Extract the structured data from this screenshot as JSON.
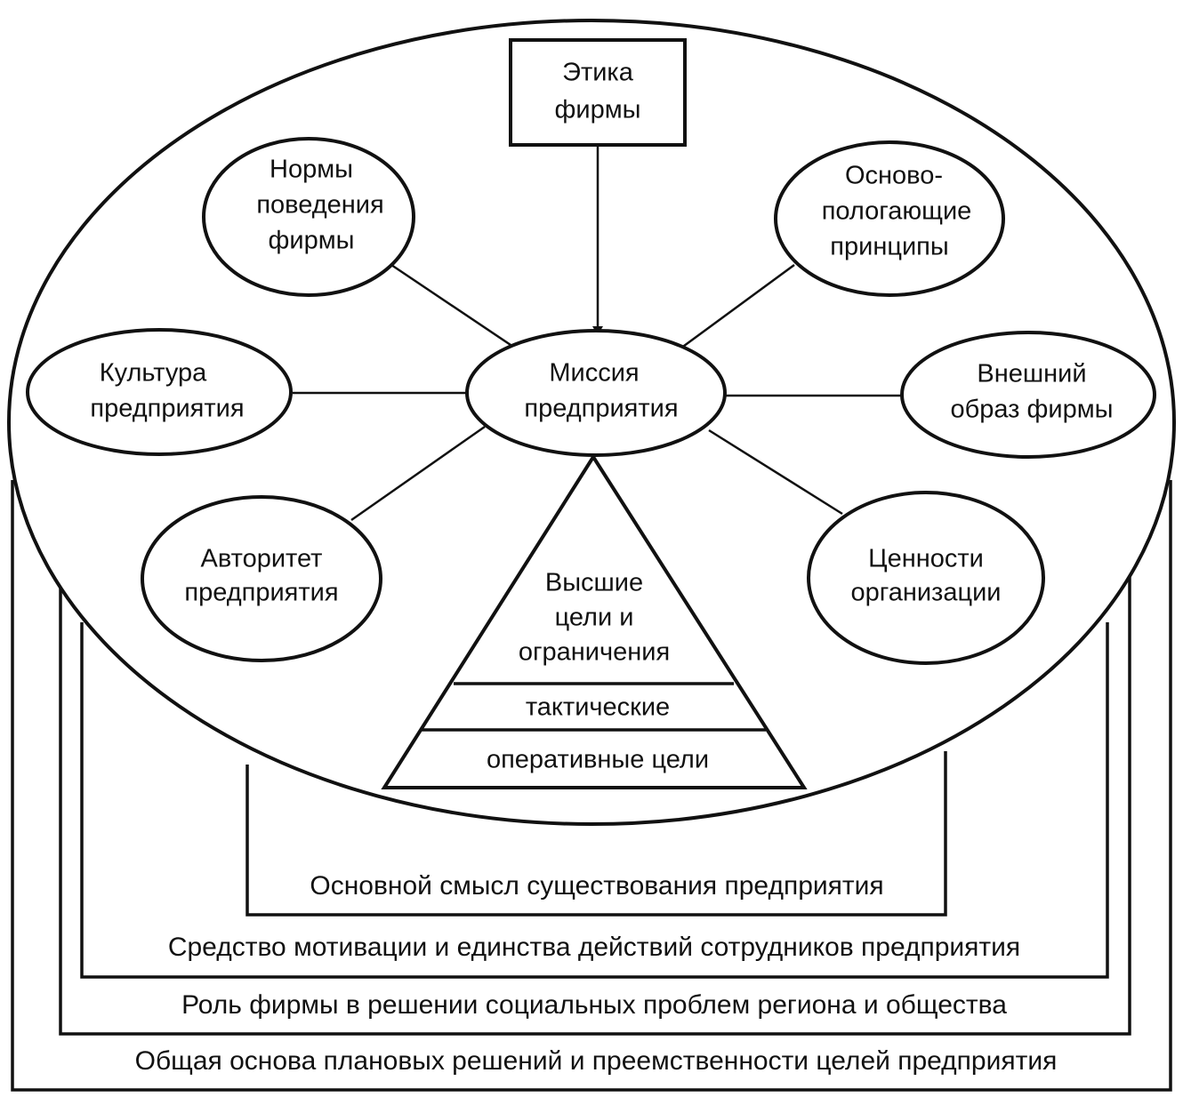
{
  "ethics": {
    "lines": [
      "Этика",
      "фирмы"
    ]
  },
  "center": {
    "lines": [
      "Миссия",
      "предприятия"
    ]
  },
  "nodes": {
    "norms": {
      "lines": [
        "Нормы",
        "поведения",
        "фирмы"
      ]
    },
    "principles": {
      "lines": [
        "Осново-",
        "пологающие",
        "принципы"
      ]
    },
    "culture": {
      "lines": [
        "Культура",
        "предприятия"
      ]
    },
    "image": {
      "lines": [
        "Внешний",
        "образ фирмы"
      ]
    },
    "authority": {
      "lines": [
        "Авторитет",
        "предприятия"
      ]
    },
    "values": {
      "lines": [
        "Ценности",
        "организации"
      ]
    }
  },
  "pyramid": {
    "top": [
      "Высшие",
      "цели и",
      "ограничения"
    ],
    "middle": "тактические",
    "bottom": "оперативные цели"
  },
  "frames": {
    "f1": "Основной смысл существования предприятия",
    "f2": "Средство мотивации и единства действий сотрудников предприятия",
    "f3": "Роль фирмы в решении социальных проблем региона и общества",
    "f4": "Общая основа плановых решений и преемственности целей предприятия"
  },
  "colors": {
    "ink": "#111111",
    "paper": "#ffffff"
  }
}
